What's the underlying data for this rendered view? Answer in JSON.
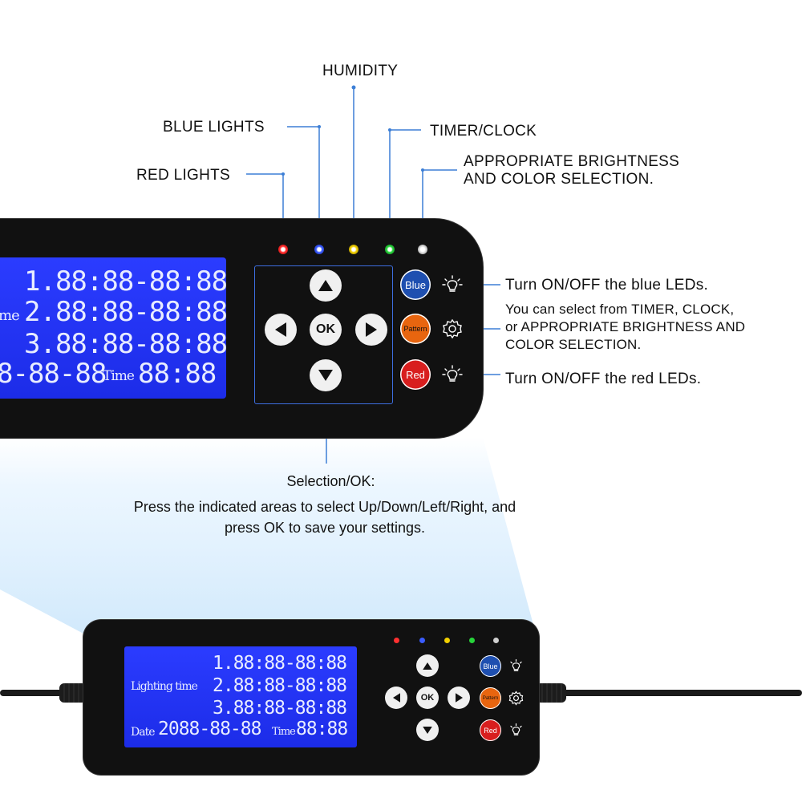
{
  "callouts": {
    "humidity": "HUMIDITY",
    "blue_lights": "BLUE LIGHTS",
    "timer_clock": "TIMER/CLOCK",
    "red_lights": "RED LIGHTS",
    "brightness_line1": "APPROPRIATE BRIGHTNESS",
    "brightness_line2": "AND COLOR SELECTION.",
    "blue_desc": "Turn ON/OFF the blue LEDs.",
    "pattern_line1": "You can select from TIMER, CLOCK,",
    "pattern_line2": "or APPROPRIATE BRIGHTNESS AND",
    "pattern_line3": "COLOR SELECTION.",
    "red_desc": "Turn ON/OFF the red LEDs.",
    "selection_title": "Selection/OK:",
    "selection_line1": "Press the indicated areas to select Up/Down/Left/Right, and",
    "selection_line2": "press OK to save your settings."
  },
  "display": {
    "row1": "1.88:88-88:88",
    "row2": "2.88:88-88:88",
    "row3": "3.88:88-88:88",
    "lighting_label": "Lighting time",
    "lighting_label_partial": "me",
    "date_label": "Date",
    "date_value": "2088-88-88",
    "date_value_partial": "8-88-88",
    "time_label": "Time",
    "time_value": "88:88"
  },
  "buttons": {
    "ok": "OK",
    "blue": "Blue",
    "pattern": "Pattern",
    "red": "Red"
  },
  "icons": {
    "up": "arrow-up-icon",
    "down": "arrow-down-icon",
    "left": "arrow-left-icon",
    "right": "arrow-right-icon",
    "bulb": "light-bulb-icon",
    "gear": "gear-icon"
  },
  "colors": {
    "lcd": "#2233f0",
    "blue_button": "#1e4fb0",
    "pattern_button": "#e8650f",
    "red_button": "#d81e1e",
    "led_red": "#ff3030",
    "led_blue": "#3a5cff",
    "led_yellow": "#f2d000",
    "led_green": "#27d43a",
    "led_white": "#e6e6e6",
    "leader_line": "#3d7fd6"
  }
}
